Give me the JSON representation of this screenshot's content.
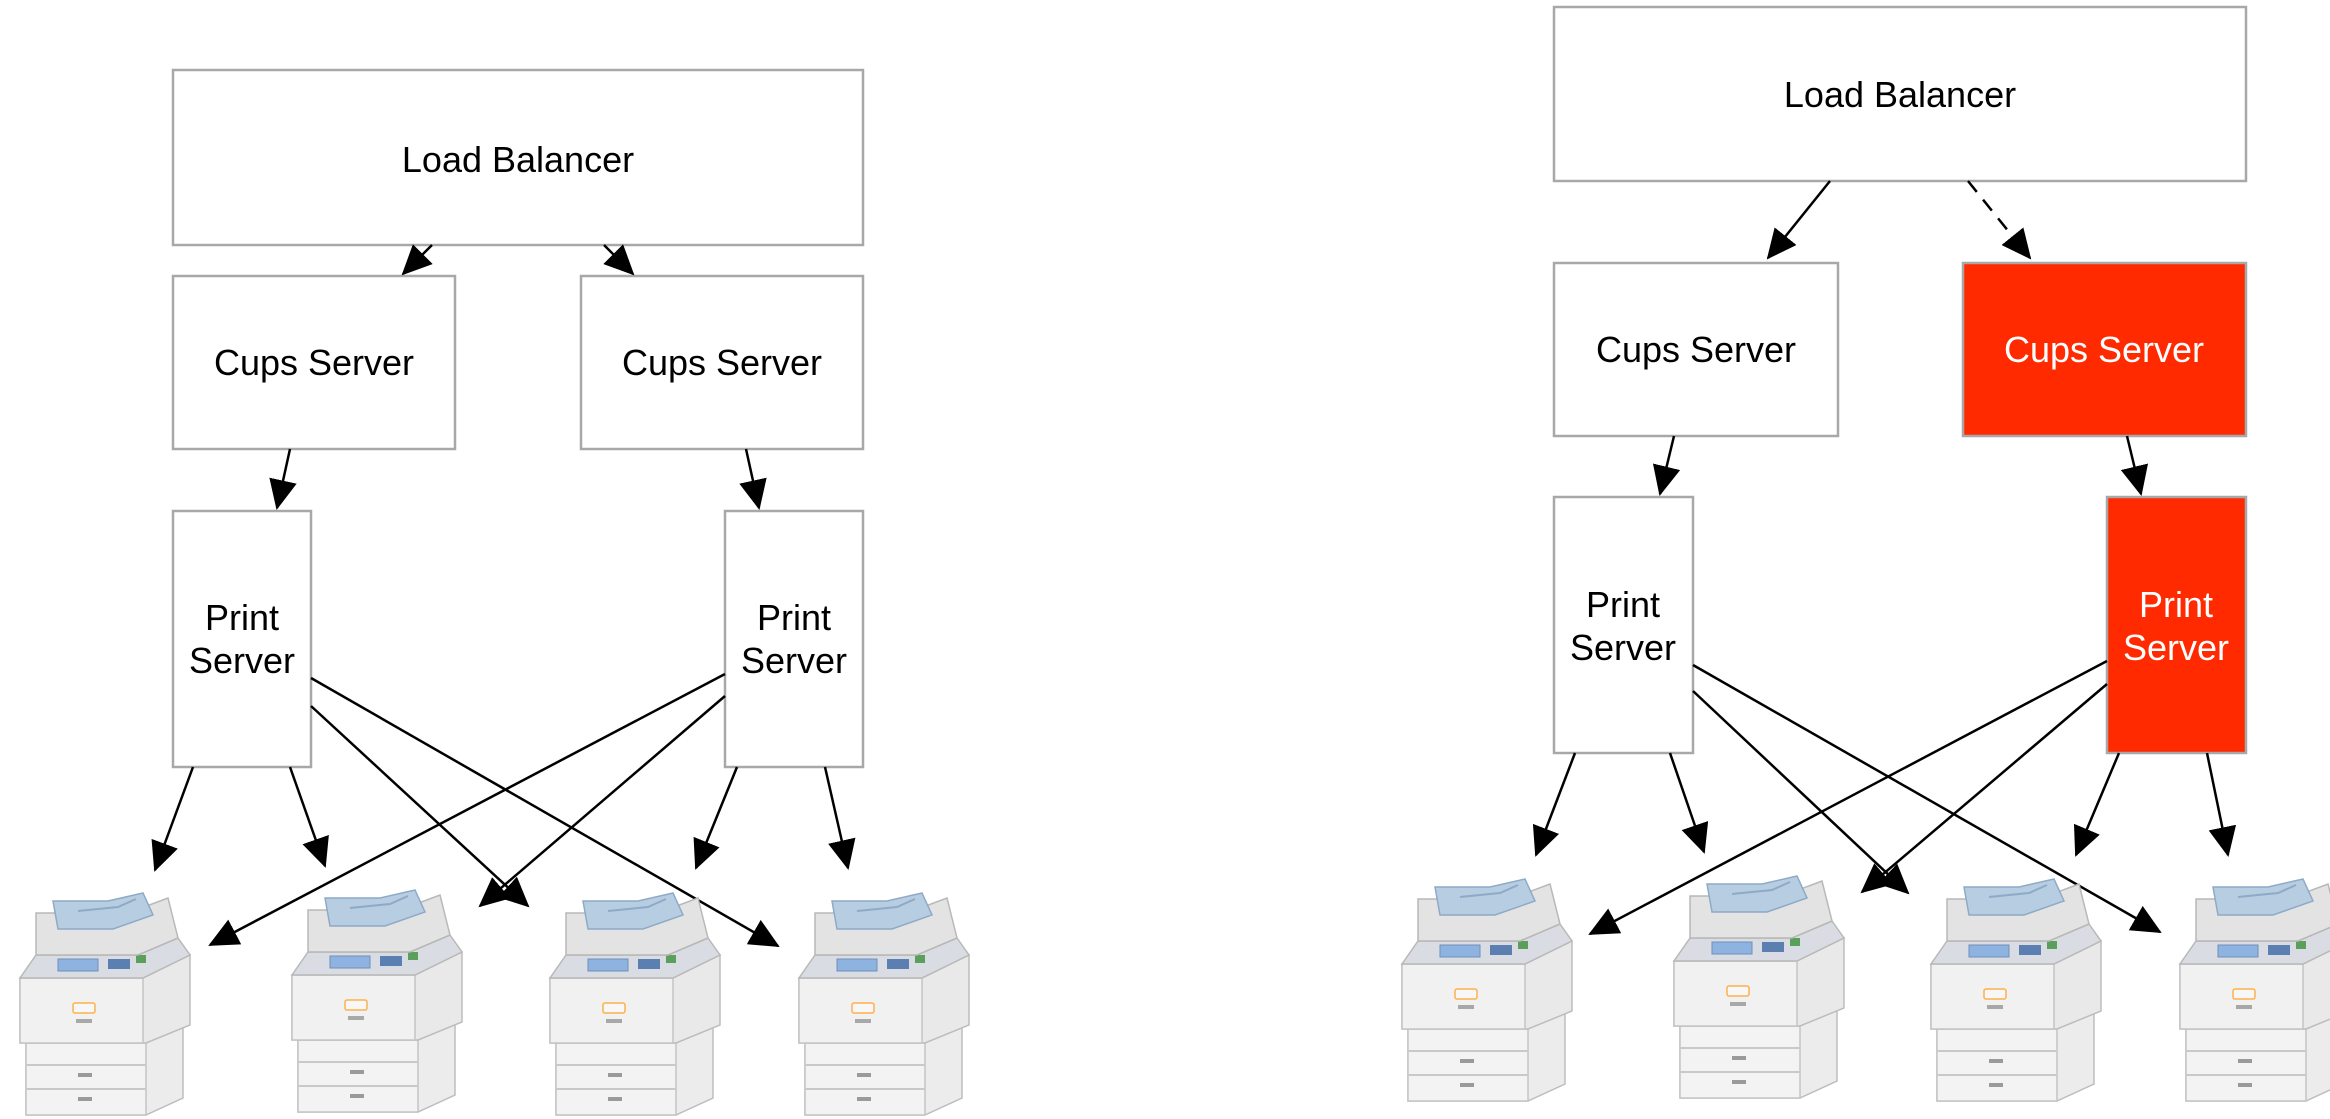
{
  "colors": {
    "box_border": "#a8a8a8",
    "failed_fill": "#ff2a00",
    "arrow": "#000000",
    "text_dark": "#000000",
    "text_light": "#ffffff",
    "printer_body": "#e6e6e6",
    "printer_tray": "#b9cde0"
  },
  "left": {
    "load_balancer": "Load Balancer",
    "cups_a": "Cups Server",
    "cups_b": "Cups Server",
    "print_a": [
      "Print",
      "Server"
    ],
    "print_b": [
      "Print",
      "Server"
    ]
  },
  "right": {
    "load_balancer": "Load Balancer",
    "cups_a": "Cups Server",
    "cups_b": "Cups Server",
    "print_a": [
      "Print",
      "Server"
    ],
    "print_b": [
      "Print",
      "Server"
    ],
    "failed_nodes": [
      "cups_b",
      "print_b"
    ]
  },
  "printer_icon": "printer-copier-icon"
}
